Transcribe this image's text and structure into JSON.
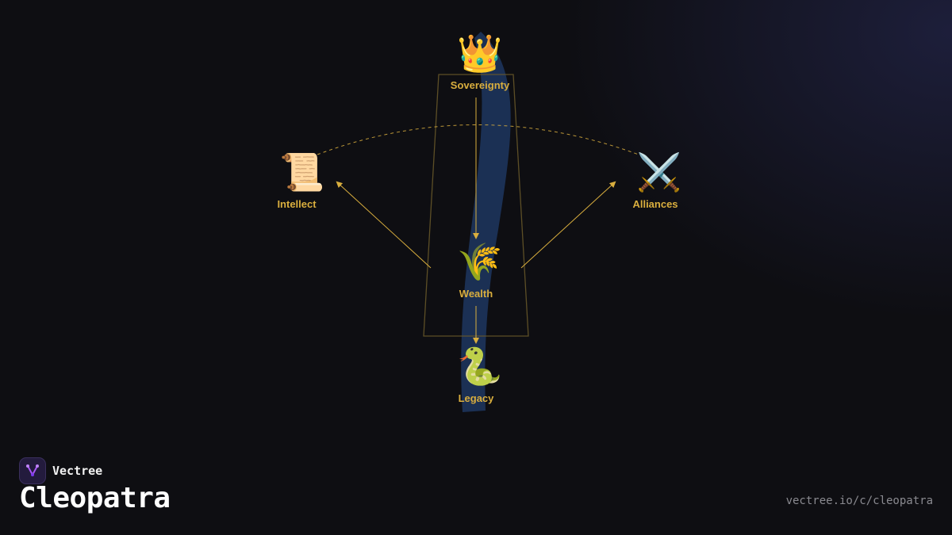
{
  "diagram": {
    "nodes": [
      {
        "id": "sovereignty",
        "label": "Sovereignty",
        "icon": "crown-icon",
        "glyph": "👑"
      },
      {
        "id": "intellect",
        "label": "Intellect",
        "icon": "scroll-icon",
        "glyph": "📜"
      },
      {
        "id": "alliances",
        "label": "Alliances",
        "icon": "crossed-swords-icon",
        "glyph": "⚔️"
      },
      {
        "id": "wealth",
        "label": "Wealth",
        "icon": "wheat-icon",
        "glyph": "🌾"
      },
      {
        "id": "legacy",
        "label": "Legacy",
        "icon": "snake-icon",
        "glyph": "🐍"
      }
    ],
    "edges": [
      {
        "from": "sovereignty",
        "to": "wealth",
        "style": "solid-arrow"
      },
      {
        "from": "wealth",
        "to": "legacy",
        "style": "solid-arrow"
      },
      {
        "from": "wealth",
        "to": "intellect",
        "style": "solid-arrow"
      },
      {
        "from": "wealth",
        "to": "alliances",
        "style": "solid-arrow"
      },
      {
        "from": "intellect",
        "to": "alliances",
        "style": "dashed-arc"
      }
    ],
    "colors": {
      "accent": "#d9ae3e",
      "river": "#1f3a66",
      "frame": "#6b5a2a",
      "background": "#0e0e12"
    }
  },
  "brand": {
    "name": "Vectree",
    "logo_icon": "vectree-logo-icon"
  },
  "page": {
    "title": "Cleopatra",
    "url": "vectree.io/c/cleopatra"
  }
}
